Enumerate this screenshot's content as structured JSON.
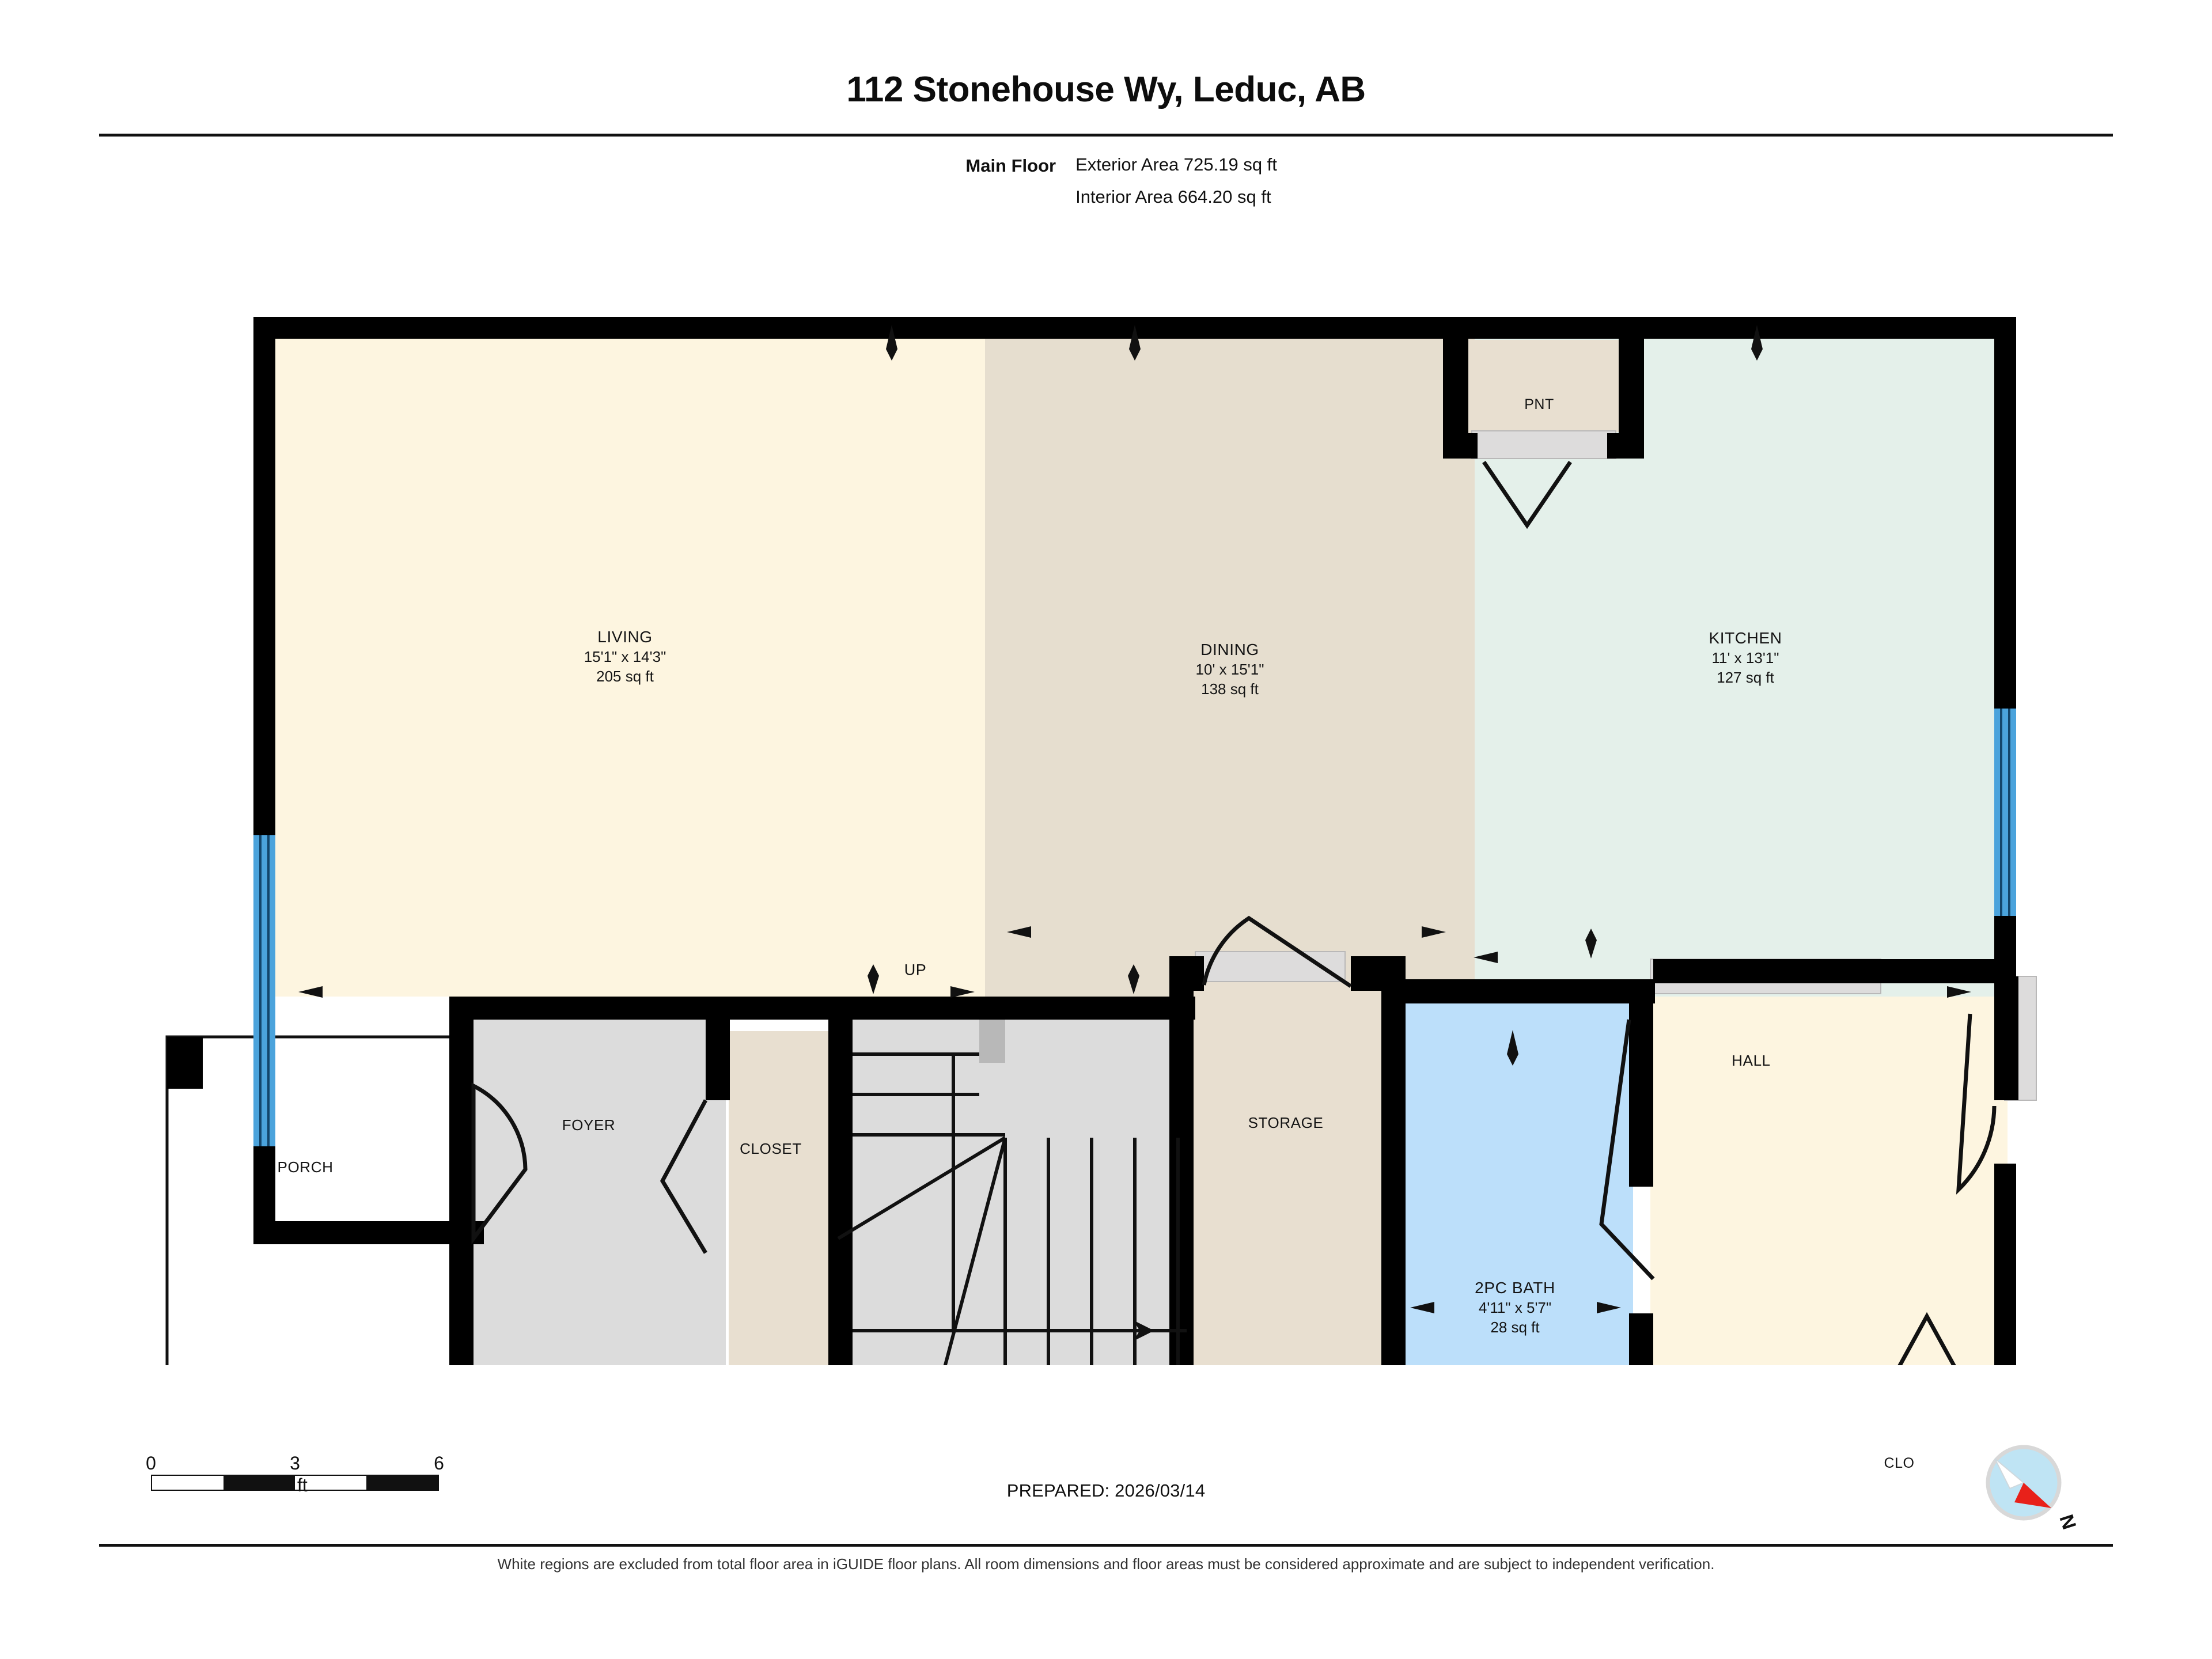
{
  "header": {
    "title": "112 Stonehouse Wy, Leduc, AB",
    "floor_label": "Main Floor",
    "exterior_area": "Exterior Area 725.19 sq ft",
    "interior_area": "Interior Area 664.20 sq ft"
  },
  "rooms": [
    {
      "id": "living",
      "name": "LIVING",
      "dim": "15'1\" x 14'3\"",
      "area": "205 sq ft",
      "fill": "#FDF5E0"
    },
    {
      "id": "dining",
      "name": "DINING",
      "dim": "10' x 15'1\"",
      "area": "138 sq ft",
      "fill": "#E6DECF"
    },
    {
      "id": "kitchen",
      "name": "KITCHEN",
      "dim": "11' x 13'1\"",
      "area": "127 sq ft",
      "fill": "#E4F0EA"
    },
    {
      "id": "bath",
      "name": "2PC BATH",
      "dim": "4'11\" x 5'7\"",
      "area": "28 sq ft",
      "fill": "#BCDFFA"
    },
    {
      "id": "pantry",
      "name": "PNT",
      "dim": "",
      "area": "",
      "fill": "#E8DFD0"
    },
    {
      "id": "porch",
      "name": "PORCH",
      "dim": "",
      "area": "",
      "fill": "#FFFFFF"
    },
    {
      "id": "foyer",
      "name": "FOYER",
      "dim": "",
      "area": "",
      "fill": "#DCDCDC"
    },
    {
      "id": "closet",
      "name": "CLOSET",
      "dim": "",
      "area": "",
      "fill": "#E8DFD0"
    },
    {
      "id": "storage",
      "name": "STORAGE",
      "dim": "",
      "area": "",
      "fill": "#E8DFD0"
    },
    {
      "id": "hall",
      "name": "HALL",
      "dim": "",
      "area": "",
      "fill": "#FDF5E0"
    },
    {
      "id": "clo",
      "name": "CLO",
      "dim": "",
      "area": "",
      "fill": "#E4DBCB"
    }
  ],
  "annotations": {
    "up_label": "UP"
  },
  "scale": {
    "ticks": [
      "0",
      "3",
      "6"
    ],
    "unit": "ft"
  },
  "footer": {
    "prepared": "PREPARED: 2026/03/14",
    "disclaimer": "White regions are excluded from total floor area in iGUIDE floor plans. All room dimensions and floor areas must be considered approximate and are subject to independent verification."
  },
  "compass": {
    "north_label": "N"
  },
  "colors": {
    "wall": "#000000",
    "window": "#4BA3DC",
    "living": "#FDF5E0",
    "dining": "#E6DECF",
    "kitchen": "#E4F0EA",
    "bath": "#BCDFFA",
    "storage": "#E8DFD0",
    "foyer": "#DCDCDC",
    "compass_face": "#BFE4F4",
    "compass_needle": "#E8211A"
  }
}
